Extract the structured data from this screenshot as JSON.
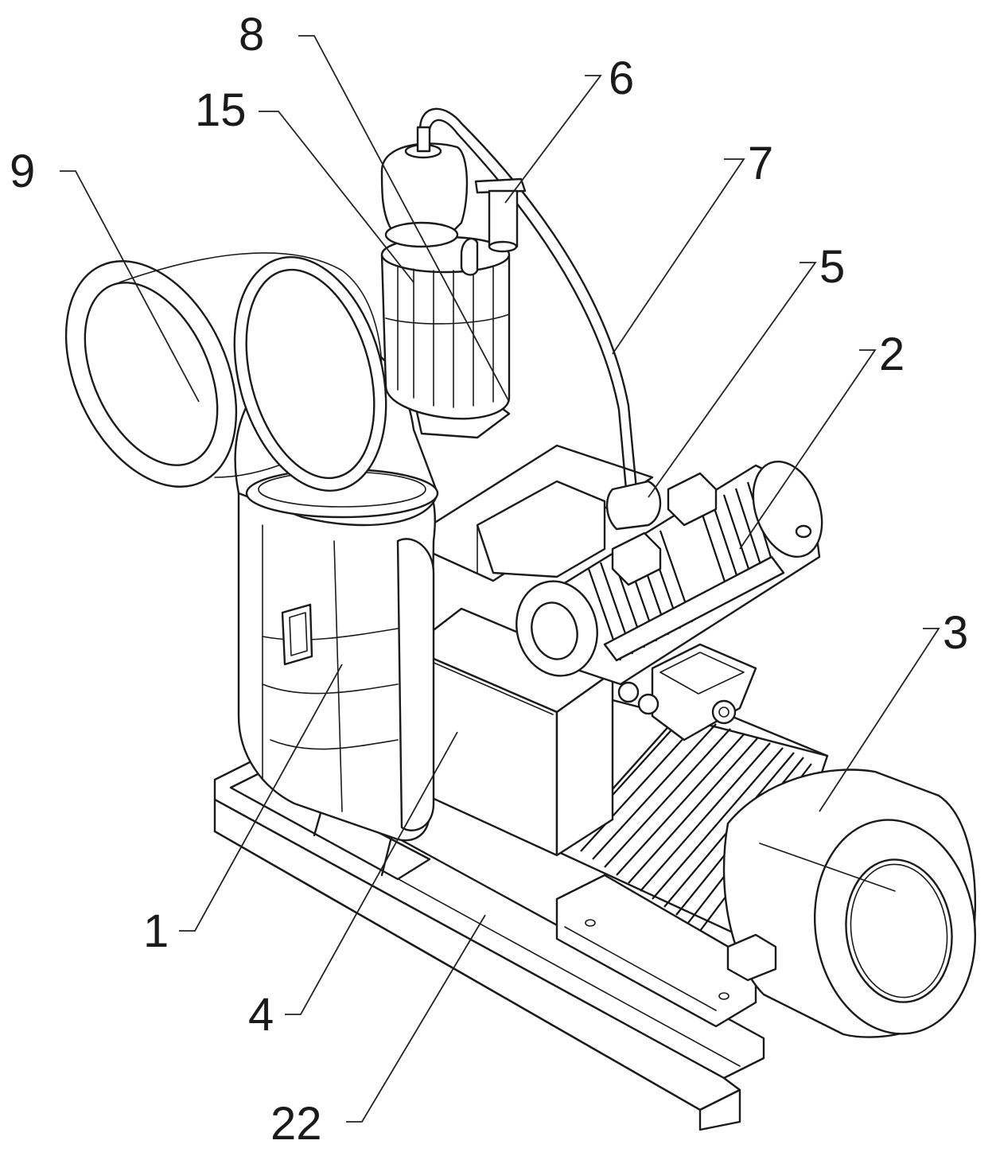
{
  "labels": {
    "n1": "1",
    "n2": "2",
    "n3": "3",
    "n4": "4",
    "n5": "5",
    "n6": "6",
    "n7": "7",
    "n8": "8",
    "n9": "9",
    "n15": "15",
    "n22": "22"
  },
  "colors": {
    "line": "#1a1a1a",
    "background": "#ffffff"
  }
}
